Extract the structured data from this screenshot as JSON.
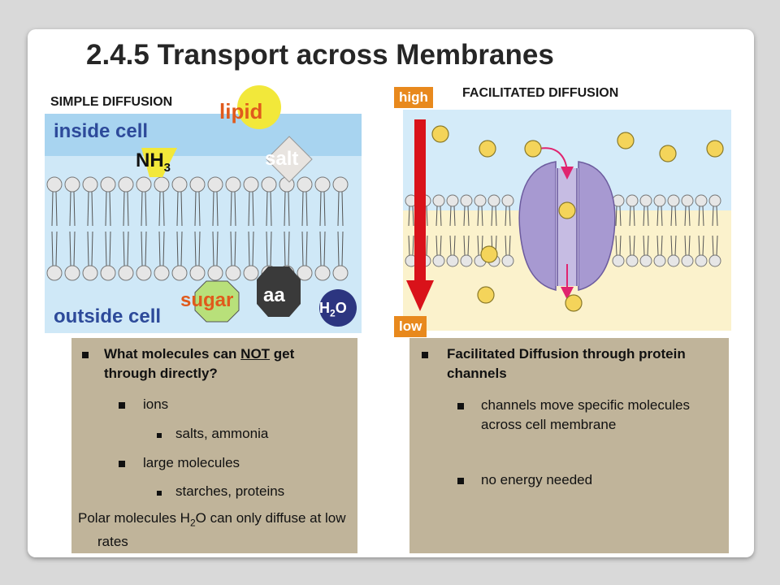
{
  "title": "2.4.5 Transport across Membranes",
  "simple": {
    "label": "SIMPLE DIFFUSION",
    "inside": "inside cell",
    "outside": "outside cell",
    "molecules": {
      "lipid": "lipid",
      "nh3_main": "NH",
      "nh3_sub": "3",
      "salt": "salt",
      "sugar": "sugar",
      "aa": "aa",
      "h2o_h": "H",
      "h2o_sub": "2",
      "h2o_o": "O"
    }
  },
  "facilitated": {
    "label": "FACILITATED DIFFUSION",
    "high": "high",
    "low": "low"
  },
  "left_text": {
    "q_pre": "What molecules can ",
    "q_not": "NOT",
    "q_post": " get through directly?",
    "ions": "ions",
    "salts": "salts, ammonia",
    "large": "large molecules",
    "starches": "starches, proteins",
    "polar_pre": "Polar molecules H",
    "polar_sub": "2",
    "polar_post": "O can only diffuse at low rates"
  },
  "right_text": {
    "heading": "Facilitated Diffusion through protein channels",
    "b1": "channels move specific molecules across cell membrane",
    "b2": "no energy needed"
  },
  "colors": {
    "inside_blue": "#a8d4f0",
    "outside_pale": "#fbf2cc",
    "arrow_red": "#d9121a",
    "tag_orange": "#e8891d",
    "text_box": "#c0b49a",
    "protein": "#a799d1"
  }
}
